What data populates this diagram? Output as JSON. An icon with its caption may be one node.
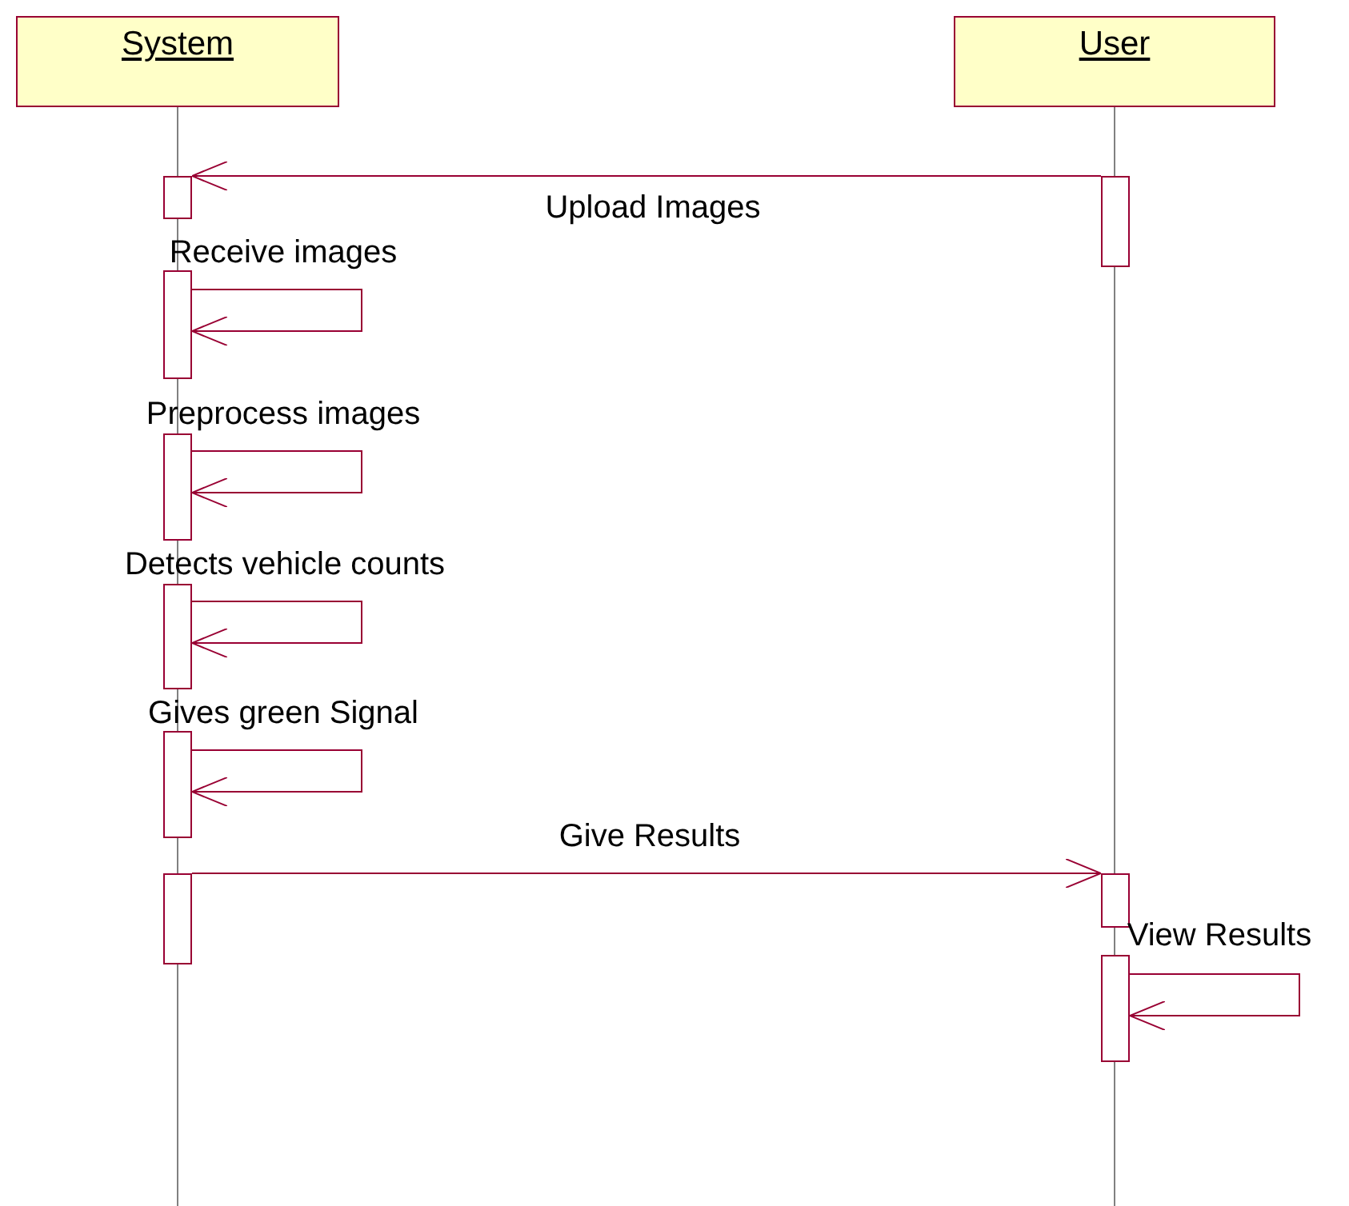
{
  "diagram": {
    "nodes": [
      {
        "text": [
          "System"
        ]
      },
      {
        "text": [
          "User"
        ]
      },
      {
        "text": [],
        "shape": "bar"
      },
      {
        "text": [],
        "shape": "bar"
      },
      {
        "text": [],
        "shape": "bar"
      },
      {
        "text": [],
        "shape": "bar"
      },
      {
        "text": [],
        "shape": "bar"
      },
      {
        "text": [],
        "shape": "bar"
      },
      {
        "text": [],
        "shape": "bar"
      },
      {
        "text": [],
        "shape": "bar"
      },
      {
        "text": [],
        "shape": "bar"
      }
    ],
    "edges": [
      {
        "from": 3,
        "to": 2,
        "arrow": "to",
        "label": "Upload Images"
      },
      {
        "from": 4,
        "to": 4,
        "arrow": "to",
        "label": "Receive images"
      },
      {
        "from": 5,
        "to": 5,
        "arrow": "to",
        "label": "Preprocess images"
      },
      {
        "from": 6,
        "to": 6,
        "arrow": "to",
        "label": "Detects vehicle counts"
      },
      {
        "from": 7,
        "to": 7,
        "arrow": "to",
        "label": "Gives green Signal"
      },
      {
        "from": 8,
        "to": 9,
        "arrow": "to",
        "label": "Give Results"
      },
      {
        "from": 10,
        "to": 10,
        "arrow": "to",
        "label": "View Results"
      }
    ]
  }
}
